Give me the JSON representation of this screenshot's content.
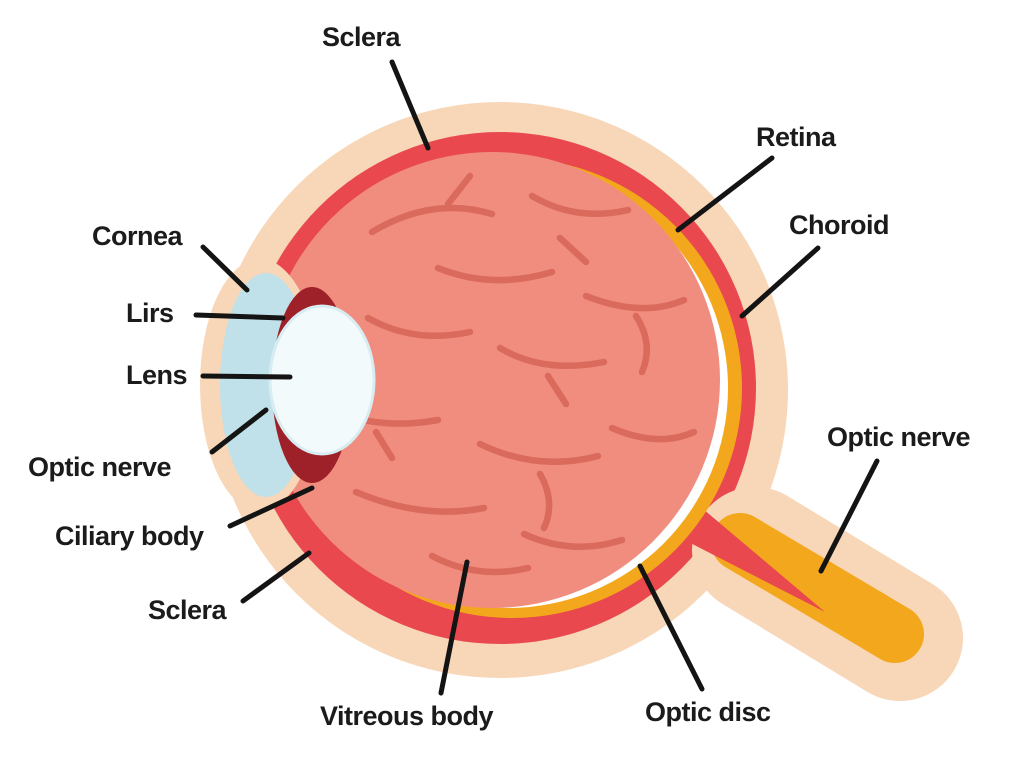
{
  "diagram": {
    "type": "anatomy-diagram",
    "subject": "human eye cross-section"
  },
  "labels": {
    "sclera_top": {
      "text": "Sclera"
    },
    "retina": {
      "text": "Retina"
    },
    "choroid": {
      "text": "Choroid"
    },
    "cornea": {
      "text": "Cornea"
    },
    "lirs": {
      "text": "Lirs"
    },
    "lens": {
      "text": "Lens"
    },
    "optic_nerve_left": {
      "text": "Optic nerve"
    },
    "ciliary_body": {
      "text": "Ciliary body"
    },
    "sclera_bottom": {
      "text": "Sclera"
    },
    "vitreous_body": {
      "text": "Vitreous body"
    },
    "optic_disc": {
      "text": "Optic disc"
    },
    "optic_nerve_right": {
      "text": "Optic nerve"
    }
  },
  "colors": {
    "background": "#ffffff",
    "outer_peach": "#f8d7b8",
    "sclera_red": "#e8484e",
    "choroid_orange": "#f3a71d",
    "retina_white": "#ffffff",
    "vitreous_salmon": "#f18d7f",
    "vessel": "#d96a5c",
    "cornea_blue": "#c0e1e9",
    "lens_white": "#f3fafc",
    "iris_dark_red": "#9e2028",
    "leader_line": "#141414",
    "label_text": "#1b1b1b"
  }
}
